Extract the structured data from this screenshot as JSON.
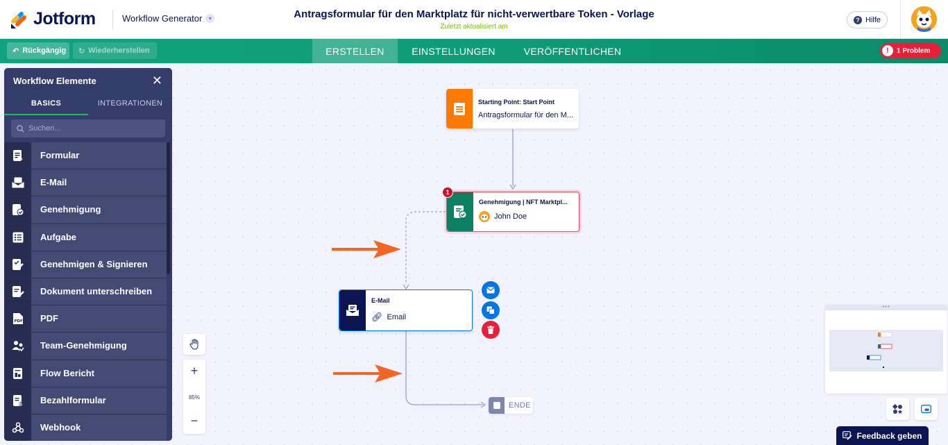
{
  "header": {
    "logo_text": "Jotform",
    "app_switcher": "Workflow Generator",
    "title": "Antragsformular für den Marktplatz für nicht-verwertbare Token - Vorlage",
    "subtitle": "Zuletzt aktualisiert am",
    "help_label": "Hilfe"
  },
  "navbar": {
    "undo_label": "Rückgängig",
    "redo_label": "Wiederherstellen",
    "tabs": [
      {
        "label": "ERSTELLEN",
        "active": true
      },
      {
        "label": "EINSTELLUNGEN",
        "active": false
      },
      {
        "label": "VERÖFFENTLICHEN",
        "active": false
      }
    ],
    "problem_label": "1 Problem"
  },
  "panel": {
    "title": "Workflow Elemente",
    "tabs": [
      {
        "label": "BASICS",
        "active": true
      },
      {
        "label": "INTEGRATIONEN",
        "active": false
      }
    ],
    "search_placeholder": "Suchen...",
    "items": [
      {
        "label": "Formular",
        "icon": "form-icon"
      },
      {
        "label": "E-Mail",
        "icon": "email-icon"
      },
      {
        "label": "Genehmigung",
        "icon": "approval-icon"
      },
      {
        "label": "Aufgabe",
        "icon": "task-list-icon"
      },
      {
        "label": "Genehmigen & Signieren",
        "icon": "approve-sign-icon"
      },
      {
        "label": "Dokument unterschreiben",
        "icon": "sign-document-icon"
      },
      {
        "label": "PDF",
        "icon": "pdf-icon"
      },
      {
        "label": "Team-Genehmigung",
        "icon": "team-approval-icon"
      },
      {
        "label": "Flow Bericht",
        "icon": "flow-report-icon"
      },
      {
        "label": "Bezahlformular",
        "icon": "payment-form-icon"
      },
      {
        "label": "Webhook",
        "icon": "webhook-icon"
      }
    ]
  },
  "zoom": {
    "level": "85%"
  },
  "nodes": {
    "start": {
      "title": "Starting Point: Start Point",
      "subtitle": "Antragsformular für den M..."
    },
    "approval": {
      "title": "Genehmigung | NFT Marktpl...",
      "assignee": "John Doe",
      "error_count": "1"
    },
    "email": {
      "title": "E-Mail",
      "subtitle": "Email"
    },
    "end": {
      "label": "ENDE"
    }
  },
  "feedback_label": "Feedback geben",
  "colors": {
    "brand_green": "#10a37f",
    "navy": "#0a1551",
    "orange": "#ff7900",
    "error_red": "#e5203a",
    "panel_bg": "#343c6a",
    "action_blue": "#0075e3"
  }
}
